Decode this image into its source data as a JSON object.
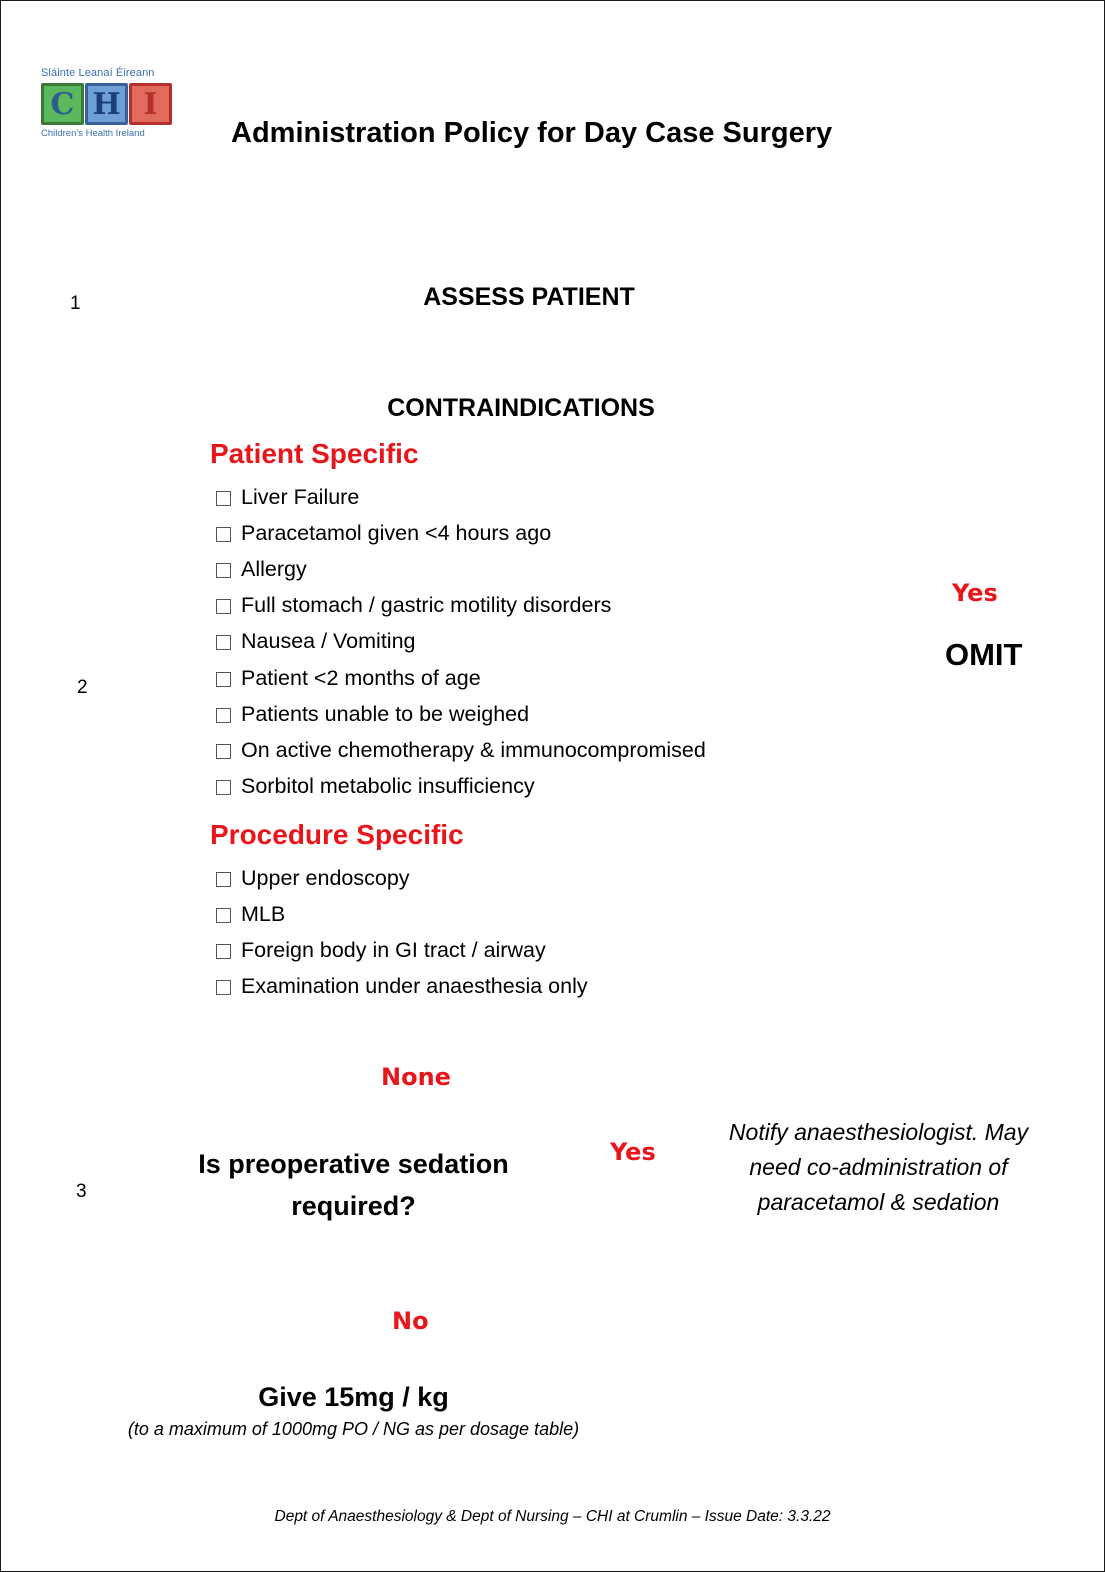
{
  "logo": {
    "top_text": "Sláinte Leanaí Éireann",
    "letters": [
      "C",
      "H",
      "I"
    ],
    "bottom_text": "Children's Health Ireland"
  },
  "title": "Administration Policy for Day Case Surgery",
  "step_numbers": [
    "1",
    "2",
    "3"
  ],
  "assess_heading": "ASSESS PATIENT",
  "contraindications_heading": "CONTRAINDICATIONS",
  "patient_specific": {
    "heading": "Patient Specific",
    "items": [
      "Liver Failure",
      "Paracetamol given <4 hours ago",
      "Allergy",
      "Full stomach / gastric motility disorders",
      "Nausea / Vomiting",
      "Patient <2 months of age",
      "Patients unable to be weighed",
      "On active chemotherapy & immunocompromised",
      "Sorbitol metabolic insufficiency"
    ]
  },
  "procedure_specific": {
    "heading": "Procedure Specific",
    "items": [
      "Upper endoscopy",
      "MLB",
      "Foreign body in GI tract / airway",
      "Examination under anaesthesia only"
    ]
  },
  "contra_outcome": {
    "yes": "Yes",
    "omit": "OMIT"
  },
  "none_label": "None",
  "question": {
    "text": "Is preoperative sedation required?",
    "yes": "Yes",
    "no": "No"
  },
  "notify_text": "Notify anaesthesiologist. May need co-administration of paracetamol & sedation",
  "dose": {
    "text": "Give 15mg / kg",
    "note": "(to a maximum of 1000mg PO / NG as per dosage table)"
  },
  "footer": "Dept of Anaesthesiology & Dept of Nursing – CHI at Crumlin – Issue Date:  3.3.22",
  "colors": {
    "accent_red": "#e8151b"
  }
}
